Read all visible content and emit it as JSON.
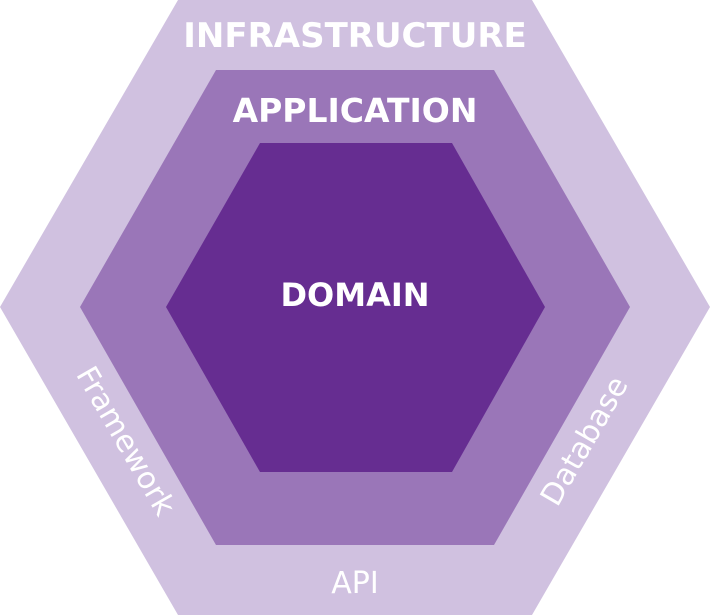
{
  "diagram": {
    "layers": {
      "infrastructure": {
        "title": "INFRASTRUCTURE",
        "color": "#d0c1e0"
      },
      "application": {
        "title": "APPLICATION",
        "color": "#9a76b8"
      },
      "domain": {
        "title": "DOMAIN",
        "color": "#662d91"
      }
    },
    "edge_labels": {
      "left": "Framework",
      "right": "Database",
      "bottom": "API"
    },
    "text_color": "#ffffff"
  }
}
